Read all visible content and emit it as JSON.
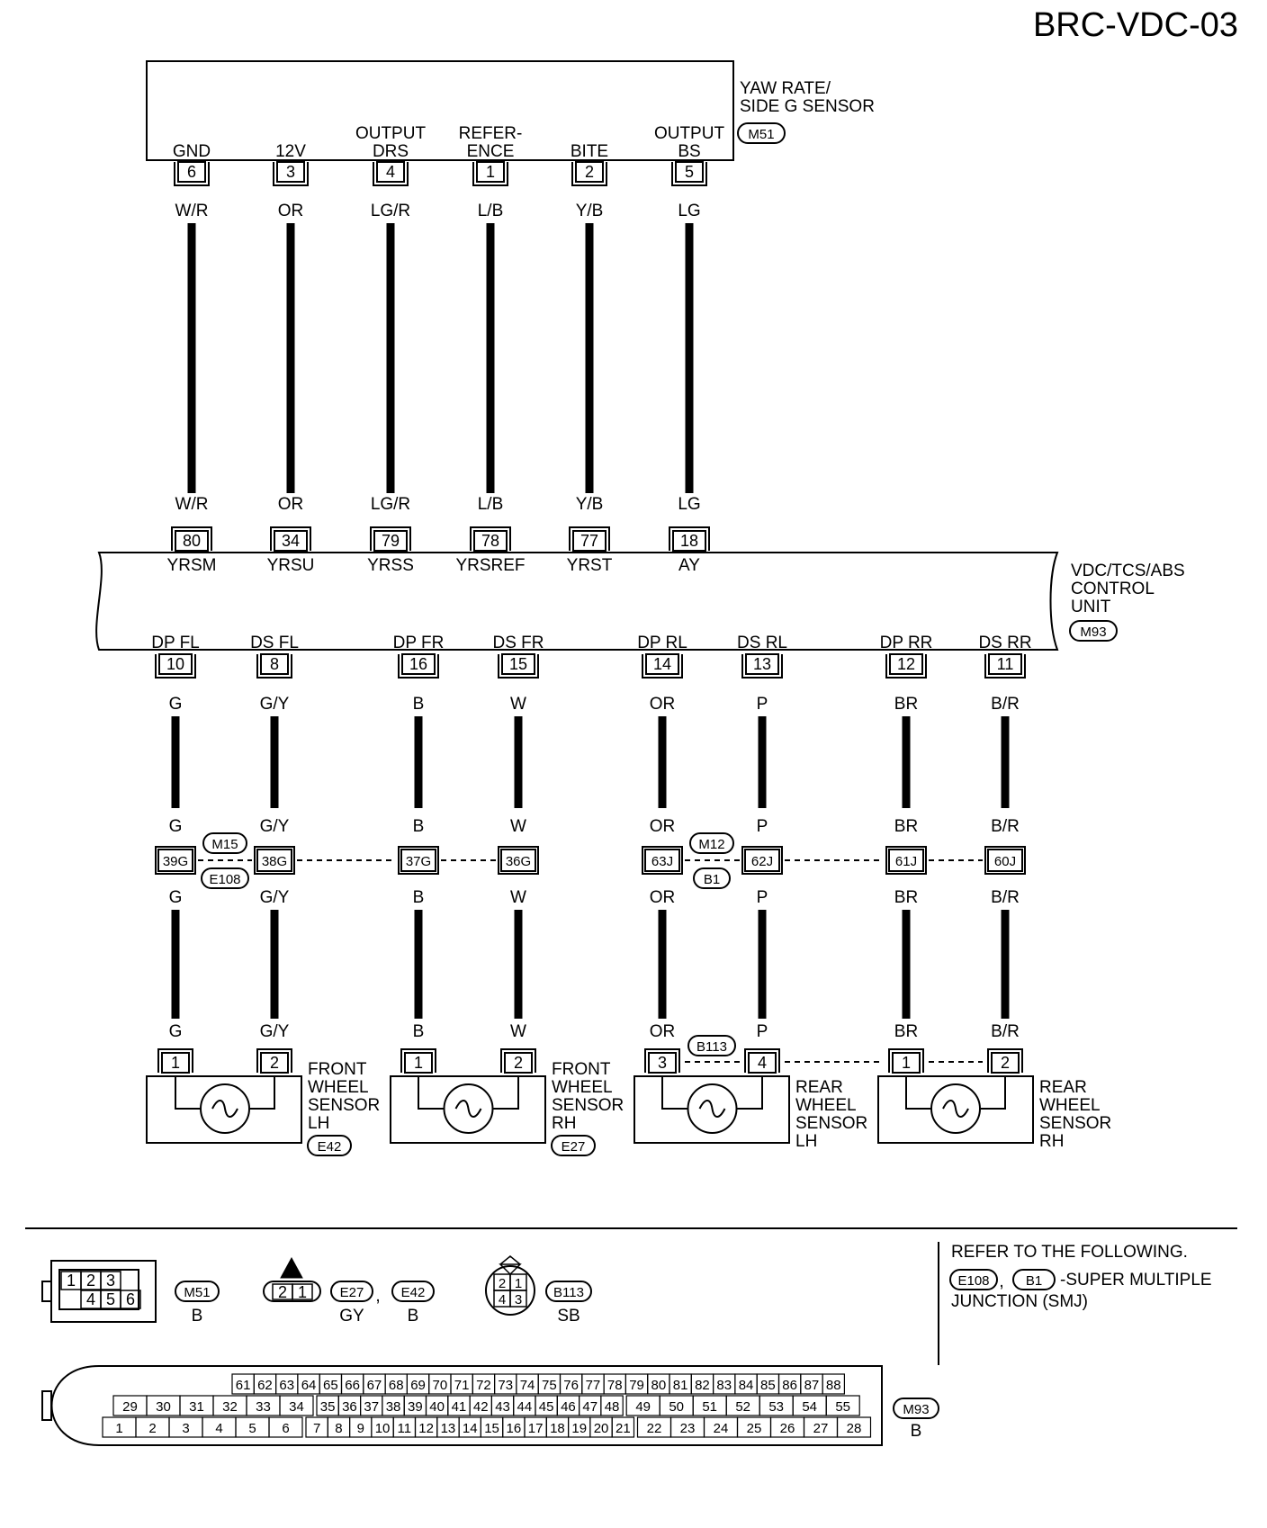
{
  "page": {
    "code": "BRC-VDC-03"
  },
  "yaw_sensor": {
    "name_lines": [
      "YAW RATE/",
      "SIDE G SENSOR"
    ],
    "connector": "M51",
    "pins": [
      {
        "func_lines": [
          "GND"
        ],
        "pin": "6",
        "wire": "W/R"
      },
      {
        "func_lines": [
          "12V"
        ],
        "pin": "3",
        "wire": "OR"
      },
      {
        "func_lines": [
          "OUTPUT",
          "DRS"
        ],
        "pin": "4",
        "wire": "LG/R"
      },
      {
        "func_lines": [
          "REFER-",
          "ENCE"
        ],
        "pin": "1",
        "wire": "L/B"
      },
      {
        "func_lines": [
          "BITE"
        ],
        "pin": "2",
        "wire": "Y/B"
      },
      {
        "func_lines": [
          "OUTPUT",
          "BS"
        ],
        "pin": "5",
        "wire": "LG"
      }
    ]
  },
  "control_unit": {
    "name_lines": [
      "VDC/TCS/ABS",
      "CONTROL",
      "UNIT"
    ],
    "connector": "M93",
    "top_pins": [
      {
        "pin": "80",
        "func": "YRSM",
        "wire": "W/R"
      },
      {
        "pin": "34",
        "func": "YRSU",
        "wire": "OR"
      },
      {
        "pin": "79",
        "func": "YRSS",
        "wire": "LG/R"
      },
      {
        "pin": "78",
        "func": "YRSREF",
        "wire": "L/B"
      },
      {
        "pin": "77",
        "func": "YRST",
        "wire": "Y/B"
      },
      {
        "pin": "18",
        "func": "AY",
        "wire": "LG"
      }
    ],
    "bottom_pins": [
      {
        "func": "DP FL",
        "pin": "10",
        "wire_upper": "G",
        "jc": "39G",
        "wire_lower": "G",
        "sensor_pin": "1"
      },
      {
        "func": "DS FL",
        "pin": "8",
        "wire_upper": "G/Y",
        "jc": "38G",
        "wire_lower": "G/Y",
        "sensor_pin": "2"
      },
      {
        "func": "DP FR",
        "pin": "16",
        "wire_upper": "B",
        "jc": "37G",
        "wire_lower": "B",
        "sensor_pin": "1"
      },
      {
        "func": "DS FR",
        "pin": "15",
        "wire_upper": "W",
        "jc": "36G",
        "wire_lower": "W",
        "sensor_pin": "2"
      },
      {
        "func": "DP RL",
        "pin": "14",
        "wire_upper": "OR",
        "jc": "63J",
        "wire_lower": "OR",
        "sensor_pin": "3"
      },
      {
        "func": "DS RL",
        "pin": "13",
        "wire_upper": "P",
        "jc": "62J",
        "wire_lower": "P",
        "sensor_pin": "4"
      },
      {
        "func": "DP RR",
        "pin": "12",
        "wire_upper": "BR",
        "jc": "61J",
        "wire_lower": "BR",
        "sensor_pin": "1"
      },
      {
        "func": "DS RR",
        "pin": "11",
        "wire_upper": "B/R",
        "jc": "60J",
        "wire_lower": "B/R",
        "sensor_pin": "2"
      }
    ]
  },
  "junctions": [
    {
      "top": "M15",
      "bottom": "E108"
    },
    {
      "top": "M12",
      "bottom": "B1"
    }
  ],
  "sensors": [
    {
      "name_lines": [
        "FRONT",
        "WHEEL",
        "SENSOR",
        "LH"
      ],
      "connector": "E42"
    },
    {
      "name_lines": [
        "FRONT",
        "WHEEL",
        "SENSOR",
        "RH"
      ],
      "connector": "E27"
    },
    {
      "name_lines": [
        "REAR",
        "WHEEL",
        "SENSOR",
        "LH"
      ],
      "connector": "B113"
    },
    {
      "name_lines": [
        "REAR",
        "WHEEL",
        "SENSOR",
        "RH"
      ],
      "connector": ""
    }
  ],
  "legend": {
    "m51": {
      "pins_top": [
        "1",
        "2",
        "3"
      ],
      "pins_bottom": [
        "4",
        "5",
        "6"
      ],
      "id": "M51",
      "color": "B"
    },
    "e27_e42": {
      "pins": [
        "2",
        "1"
      ],
      "ids": [
        "E27",
        "E42"
      ],
      "colors": [
        "GY",
        "B"
      ],
      "sep": ","
    },
    "b113": {
      "pins": [
        "2",
        "1",
        "4",
        "3"
      ],
      "id": "B113",
      "color": "SB"
    },
    "refer": {
      "line1": "REFER TO THE FOLLOWING.",
      "ids": [
        "E108",
        "B1"
      ],
      "sep": ",",
      "line2_suffix": "-SUPER MULTIPLE",
      "line3": "JUNCTION (SMJ)"
    },
    "m93": {
      "id": "M93",
      "color": "B",
      "row1": [
        "61",
        "62",
        "63",
        "64",
        "65",
        "66",
        "67",
        "68",
        "69",
        "70",
        "71",
        "72",
        "73",
        "74",
        "75",
        "76",
        "77",
        "78",
        "79",
        "80",
        "81",
        "82",
        "83",
        "84",
        "85",
        "86",
        "87",
        "88"
      ],
      "row2": [
        "29",
        "30",
        "31",
        "32",
        "33",
        "34",
        "35",
        "36",
        "37",
        "38",
        "39",
        "40",
        "41",
        "42",
        "43",
        "44",
        "45",
        "46",
        "47",
        "48",
        "49",
        "50",
        "51",
        "52",
        "53",
        "54",
        "55"
      ],
      "row3": [
        "1",
        "2",
        "3",
        "4",
        "5",
        "6",
        "7",
        "8",
        "9",
        "10",
        "11",
        "12",
        "13",
        "14",
        "15",
        "16",
        "17",
        "18",
        "19",
        "20",
        "21",
        "22",
        "23",
        "24",
        "25",
        "26",
        "27",
        "28"
      ]
    }
  }
}
